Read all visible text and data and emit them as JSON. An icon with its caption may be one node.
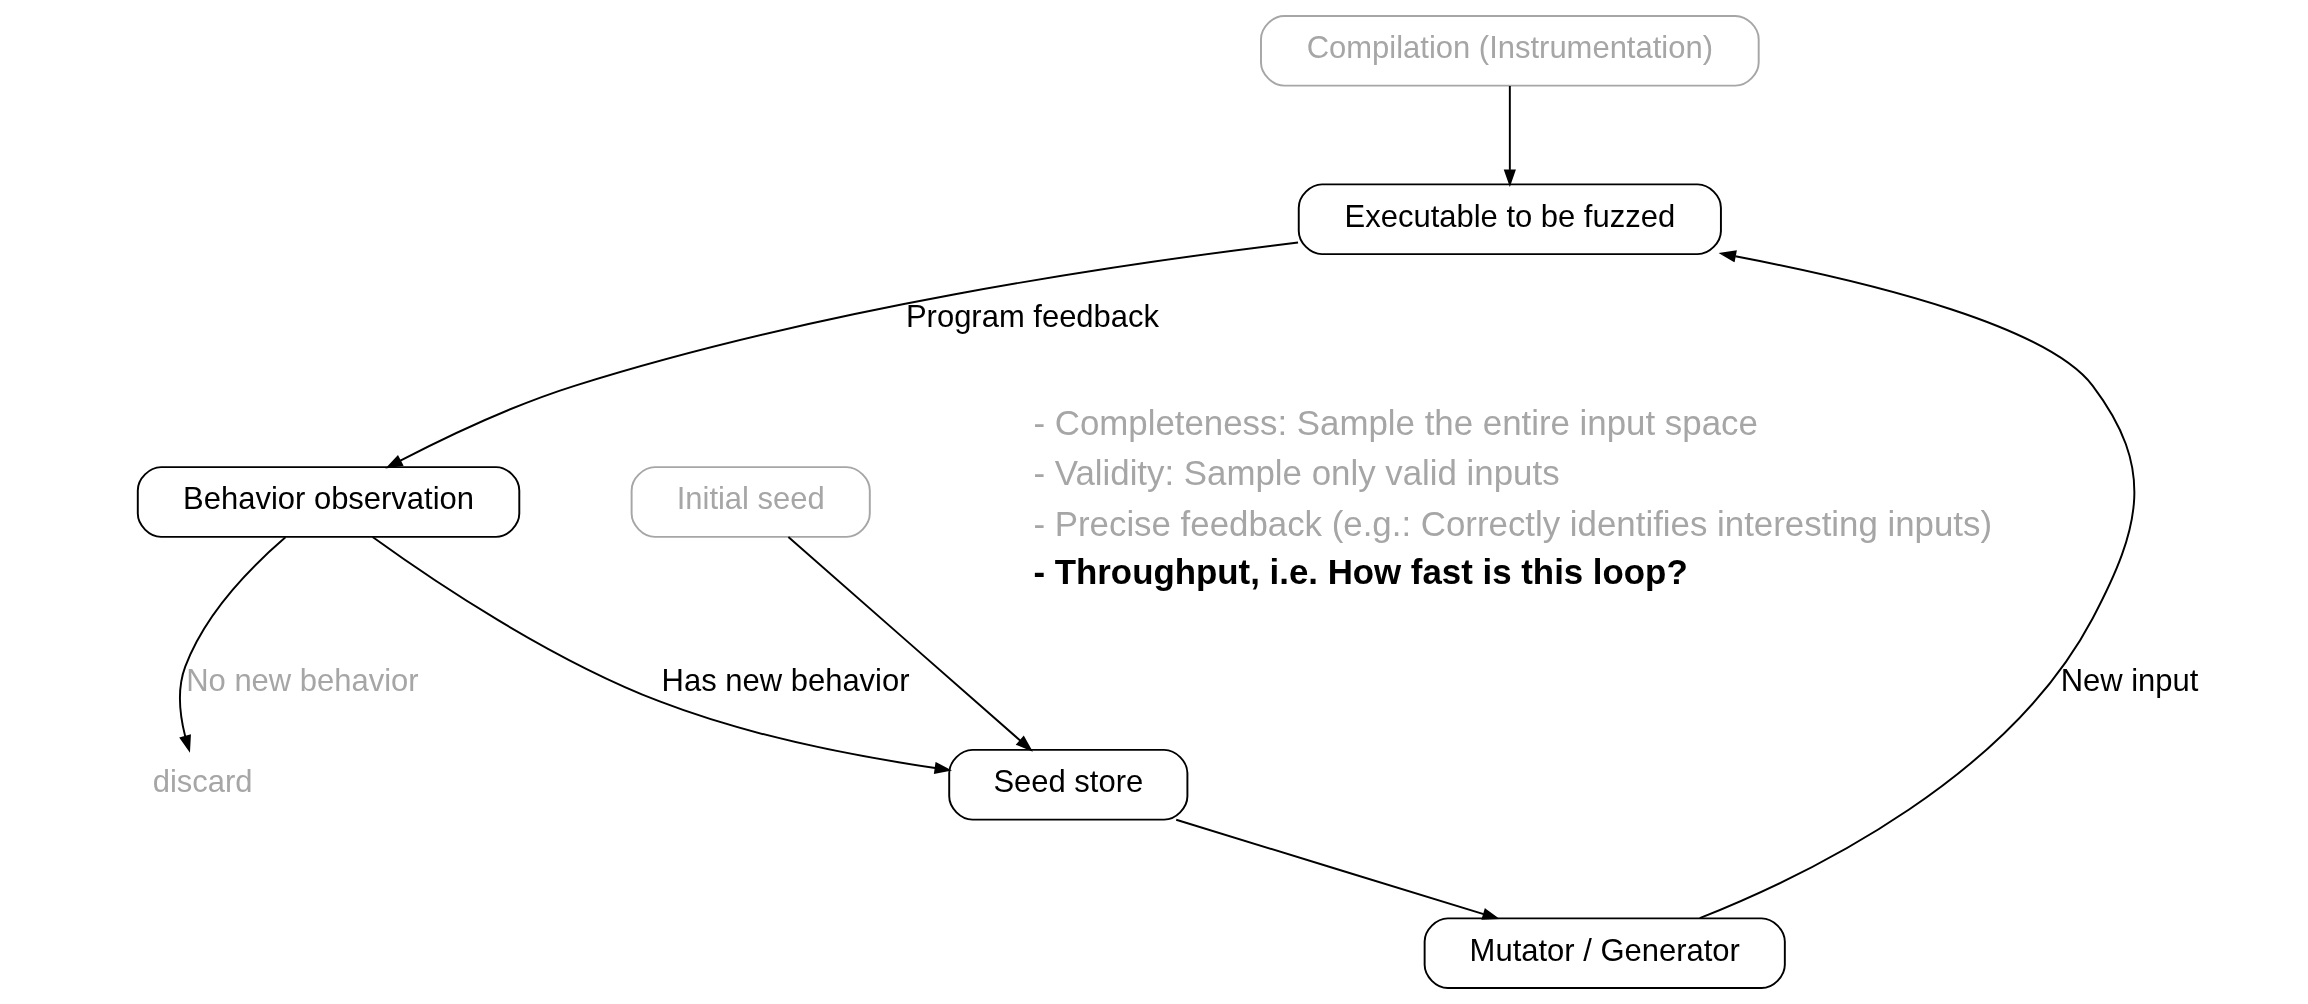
{
  "diagram": {
    "nodes": [
      {
        "text": [
          "Compilation (Instrumentation)"
        ]
      },
      {
        "text": [
          "Executable to be fuzzed"
        ]
      },
      {
        "text": [
          "Behavior observation"
        ]
      },
      {
        "text": [
          "discard"
        ]
      },
      {
        "text": [
          "Seed store"
        ]
      },
      {
        "text": [
          "Initial seed"
        ]
      },
      {
        "text": [
          "Mutator / Generator"
        ]
      }
    ],
    "edges": [
      {
        "from": 0,
        "to": 1,
        "arrow": "to"
      },
      {
        "from": 1,
        "to": 2,
        "arrow": "to",
        "label": "Program feedback"
      },
      {
        "from": 2,
        "to": 3,
        "arrow": "to",
        "label": "No new behavior"
      },
      {
        "from": 2,
        "to": 4,
        "arrow": "to",
        "label": "Has new behavior"
      },
      {
        "from": 5,
        "to": 4,
        "arrow": "to"
      },
      {
        "from": 4,
        "to": 6,
        "arrow": "to"
      },
      {
        "from": 6,
        "to": 1,
        "arrow": "to",
        "label": "New input"
      }
    ],
    "labels": [
      "- Completeness: Sample the entire input space",
      "- Validity: Sample only valid inputs",
      "- Precise feedback (e.g.: Correctly identifies interesting inputs)",
      "- Throughput, i.e. How fast is this loop?"
    ]
  }
}
